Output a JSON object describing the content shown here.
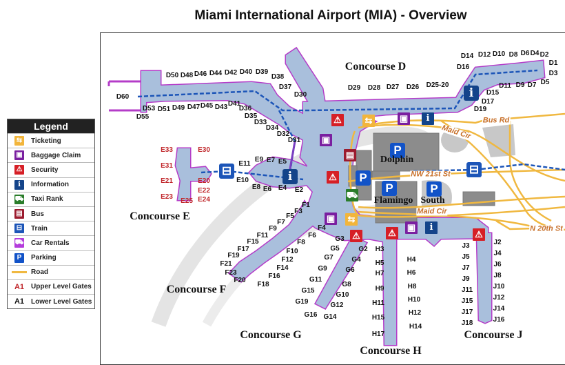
{
  "title": "Miami International Airport (MIA) - Overview",
  "legend": {
    "title": "Legend",
    "items": [
      {
        "label": "Ticketing",
        "icon": "ticketing-icon",
        "type": "ticketing"
      },
      {
        "label": "Baggage Claim",
        "icon": "baggage-claim-icon",
        "type": "baggage"
      },
      {
        "label": "Security",
        "icon": "security-icon",
        "type": "security"
      },
      {
        "label": "Information",
        "icon": "information-icon",
        "type": "information"
      },
      {
        "label": "Taxi Rank",
        "icon": "taxi-icon",
        "type": "taxi"
      },
      {
        "label": "Bus",
        "icon": "bus-icon",
        "type": "bus"
      },
      {
        "label": "Train",
        "icon": "train-icon",
        "type": "train"
      },
      {
        "label": "Car Rentals",
        "icon": "car-rental-icon",
        "type": "car"
      },
      {
        "label": "Parking",
        "icon": "parking-icon",
        "type": "parking"
      },
      {
        "label": "Road",
        "icon": "road-swatch",
        "type": "road"
      },
      {
        "label": "Upper Level Gates",
        "sample": "A1",
        "type": "upper"
      },
      {
        "label": "Lower Level Gates",
        "sample": "A1",
        "type": "lower"
      }
    ]
  },
  "colors": {
    "terminal": "#a9bfdc",
    "outline": "#b43cc8",
    "road": "#f0b840",
    "upper_gate": "#c0262a",
    "lower_gate": "#111111",
    "train_line": "#1c55b8"
  },
  "concourses": {
    "D": "Concourse D",
    "E": "Concourse E",
    "F": "Concourse F",
    "G": "Concourse G",
    "H": "Concourse H",
    "J": "Concourse J"
  },
  "gates": {
    "D": [
      "D60",
      "D55",
      "D53",
      "D51",
      "D49",
      "D47",
      "D45",
      "D43",
      "D41",
      "D36",
      "D35",
      "D33",
      "D34",
      "D32",
      "D31",
      "D50",
      "D48",
      "D46",
      "D44",
      "D42",
      "D40",
      "D39",
      "D38",
      "D37",
      "D30",
      "D29",
      "D28",
      "D27",
      "D26",
      "D25-20",
      "D16",
      "D14",
      "D12",
      "D10",
      "D8",
      "D6",
      "D4",
      "D2",
      "D1",
      "D3",
      "D5",
      "D7",
      "D9",
      "D11",
      "D15",
      "D17",
      "D19"
    ],
    "E_upper": [
      "E33",
      "E30",
      "E31",
      "E21",
      "E20",
      "E22",
      "E23",
      "E25",
      "E24"
    ],
    "E": [
      "E11",
      "E9",
      "E7",
      "E5",
      "E10",
      "E8",
      "E6",
      "E4",
      "E2"
    ],
    "F": [
      "F1",
      "F3",
      "F5",
      "F7",
      "F9",
      "F11",
      "F15",
      "F17",
      "F19",
      "F21",
      "F23",
      "F20",
      "F18",
      "F16",
      "F14",
      "F12",
      "F10",
      "F8",
      "F6",
      "F4"
    ],
    "G": [
      "G3",
      "G5",
      "G7",
      "G9",
      "G11",
      "G15",
      "G19",
      "G16",
      "G14",
      "G2",
      "G4",
      "G6",
      "G8",
      "G10",
      "G12"
    ],
    "H": [
      "H3",
      "H5",
      "H7",
      "H9",
      "H11",
      "H15",
      "H17",
      "H4",
      "H6",
      "H8",
      "H10",
      "H12",
      "H14"
    ],
    "J": [
      "J3",
      "J5",
      "J7",
      "J9",
      "J11",
      "J15",
      "J17",
      "J18",
      "J2",
      "J4",
      "J6",
      "J8",
      "J10",
      "J12",
      "J14",
      "J16"
    ]
  },
  "parking_lots": {
    "dolphin": "Dolphin",
    "flamingo": "Flamingo",
    "south": "South"
  },
  "roads": {
    "bus_rd": "Bus Rd",
    "maid_cir_north": "Maid Cir",
    "nw_21st": "NW 21st St",
    "maid_cir_south": "Maid Cir",
    "n_20th": "N 20th St"
  }
}
